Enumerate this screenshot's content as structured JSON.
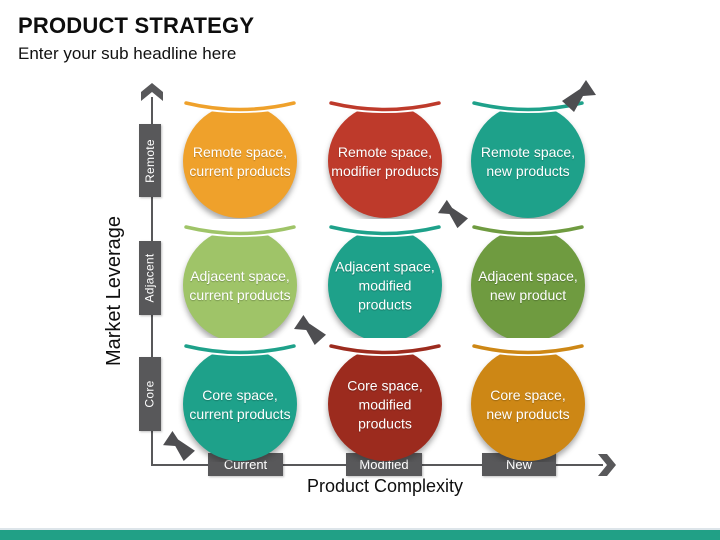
{
  "slide": {
    "title": "PRODUCT STRATEGY",
    "subtitle": "Enter your sub headline here",
    "footer_color": "#21A086"
  },
  "axes": {
    "color": "#58585A",
    "y": {
      "title": "Market Leverage",
      "categories": [
        "Remote",
        "Adjacent",
        "Core"
      ]
    },
    "x": {
      "title": "Product Complexity",
      "categories": [
        "Current",
        "Modified",
        "New"
      ]
    }
  },
  "matrix": {
    "cells": [
      {
        "row": "Remote",
        "col": "Current",
        "line1": "Remote space,",
        "line2": "current products",
        "color": "#EFA12B"
      },
      {
        "row": "Remote",
        "col": "Modified",
        "line1": "Remote space,",
        "line2": "modifier products",
        "color": "#BE3A2B"
      },
      {
        "row": "Remote",
        "col": "New",
        "line1": "Remote space,",
        "line2": "new products",
        "color": "#1EA18A"
      },
      {
        "row": "Adjacent",
        "col": "Current",
        "line1": "Adjacent space,",
        "line2": "current products",
        "color": "#9FC468"
      },
      {
        "row": "Adjacent",
        "col": "Modified",
        "line1": "Adjacent space,",
        "line2": "modified products",
        "color": "#1EA18A"
      },
      {
        "row": "Adjacent",
        "col": "New",
        "line1": "Adjacent space,",
        "line2": "new product",
        "color": "#6F9B40"
      },
      {
        "row": "Core",
        "col": "Current",
        "line1": "Core space,",
        "line2": "current products",
        "color": "#1EA18A"
      },
      {
        "row": "Core",
        "col": "Modified",
        "line1": "Core space,",
        "line2": "modified products",
        "color": "#9C2B1E"
      },
      {
        "row": "Core",
        "col": "New",
        "line1": "Core space,",
        "line2": "new products",
        "color": "#CD8715"
      }
    ]
  },
  "icons": {
    "axis_up_arrow": "chevron-up-arrow-icon",
    "axis_right_arrow": "chevron-right-arrow-icon",
    "corner_arrow": "bent-arrow-icon",
    "arrow_color": "#4E4E51"
  }
}
